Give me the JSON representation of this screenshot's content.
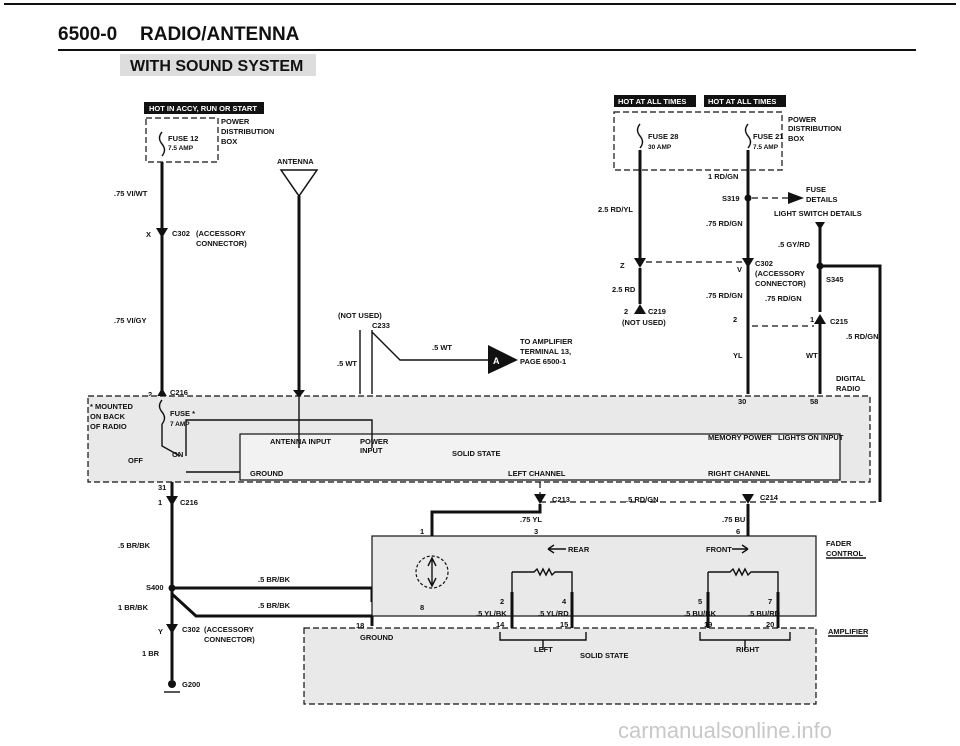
{
  "header": {
    "code": "6500-0",
    "title": "RADIO/ANTENNA",
    "subtitle": "WITH SOUND SYSTEM"
  },
  "banners": {
    "left": "HOT IN ACCY, RUN OR START",
    "right1": "HOT AT ALL TIMES",
    "right2": "HOT AT ALL TIMES"
  },
  "fuses": {
    "f12": "FUSE 12",
    "f12_amp": "7.5 AMP",
    "f28": "FUSE 28",
    "f28_amp": "30 AMP",
    "f21": "FUSE 21",
    "f21_amp": "7.5 AMP",
    "fradio": "FUSE *",
    "fradio_amp": "7 AMP"
  },
  "pdb": {
    "l1": "POWER",
    "l2": "DISTRIBUTION",
    "l3": "BOX"
  },
  "antenna": {
    "label": "ANTENNA"
  },
  "wires": {
    "vi_wt": ".75 VI/WT",
    "vi_gy": ".75 VI/GY",
    "rd_yl": "2.5 RD/YL",
    "rd": "2.5 RD",
    "rd_gn1": "1 RD/GN",
    "rd_gn2": ".75 RD/GN",
    "rd_gn3": ".75 RD/GN",
    "rd_gn4": ".75 RD/GN",
    "gy_rd": ".5 GY/RD",
    "rd_gn5": ".5 RD/GN",
    "wt1": ".5 WT",
    "wt2": ".5 WT",
    "yl": "YL",
    "wt": "WT",
    "br_bk1": ".5 BR/BK",
    "br_bk2": ".5 BR/BK",
    "br_bk3": ".5 BR/BK",
    "br_bk4": "1 BR/BK",
    "br": "1 BR",
    "rd_gn_amp": ".5 RD/GN",
    "yl75": ".75 YL",
    "bu75": ".75 BU",
    "yl_bk": ".5 YL/BK",
    "yl_rd": ".5 YL/RD",
    "bu_bk": ".5 BU/BK",
    "bu_rd": ".5 BU/RD"
  },
  "connectors": {
    "c302": "C302",
    "acc1": "(ACCESSORY",
    "acc2": "CONNECTOR)",
    "c233": "C233",
    "not_used": "(NOT USED)",
    "c216": "C216",
    "c219": "C219",
    "c215": "C215",
    "c213": "C213",
    "c214": "C214",
    "s319": "S319",
    "s345": "S345",
    "s400": "S400",
    "g200": "G200"
  },
  "pins": {
    "x": "X",
    "z": "Z",
    "v": "V",
    "y": "Y",
    "two": "2",
    "one": "1",
    "p31": "31",
    "p30": "30",
    "p58": "58",
    "p3": "3",
    "p6": "6",
    "p8": "8",
    "p18": "18",
    "p14": "14",
    "p15": "15",
    "p19": "19",
    "p20": "20",
    "a2": "2",
    "a4": "4",
    "a5": "5",
    "a7": "7"
  },
  "notes": {
    "fuse_details": "FUSE",
    "fuse_details2": "DETAILS",
    "ls_details": "LIGHT SWITCH DETAILS",
    "amp1": "TO AMPLIFIER",
    "amp2": "TERMINAL 13,",
    "amp3": "PAGE 6500-1",
    "amp_badge": "A",
    "mounted1": "* MOUNTED",
    "mounted2": "ON BACK",
    "mounted3": "OF RADIO",
    "off": "OFF",
    "on": "ON"
  },
  "radio": {
    "antenna_input": "ANTENNA INPUT",
    "power": "POWER",
    "input": "INPUT",
    "solid_state": "SOLID STATE",
    "memory_power": "MEMORY POWER",
    "lights_on_input": "LIGHTS ON INPUT",
    "ground": "GROUND",
    "left_channel": "LEFT CHANNEL",
    "right_channel": "RIGHT CHANNEL",
    "digital": "DIGITAL",
    "radio": "RADIO"
  },
  "fader": {
    "rear": "REAR",
    "front": "FRONT",
    "label1": "FADER",
    "label2": "CONTROL"
  },
  "amplifier": {
    "ground": "GROUND",
    "left": "LEFT",
    "solid_state": "SOLID STATE",
    "right": "RIGHT",
    "label": "AMPLIFIER"
  },
  "watermark": "carmanualsonline.info"
}
